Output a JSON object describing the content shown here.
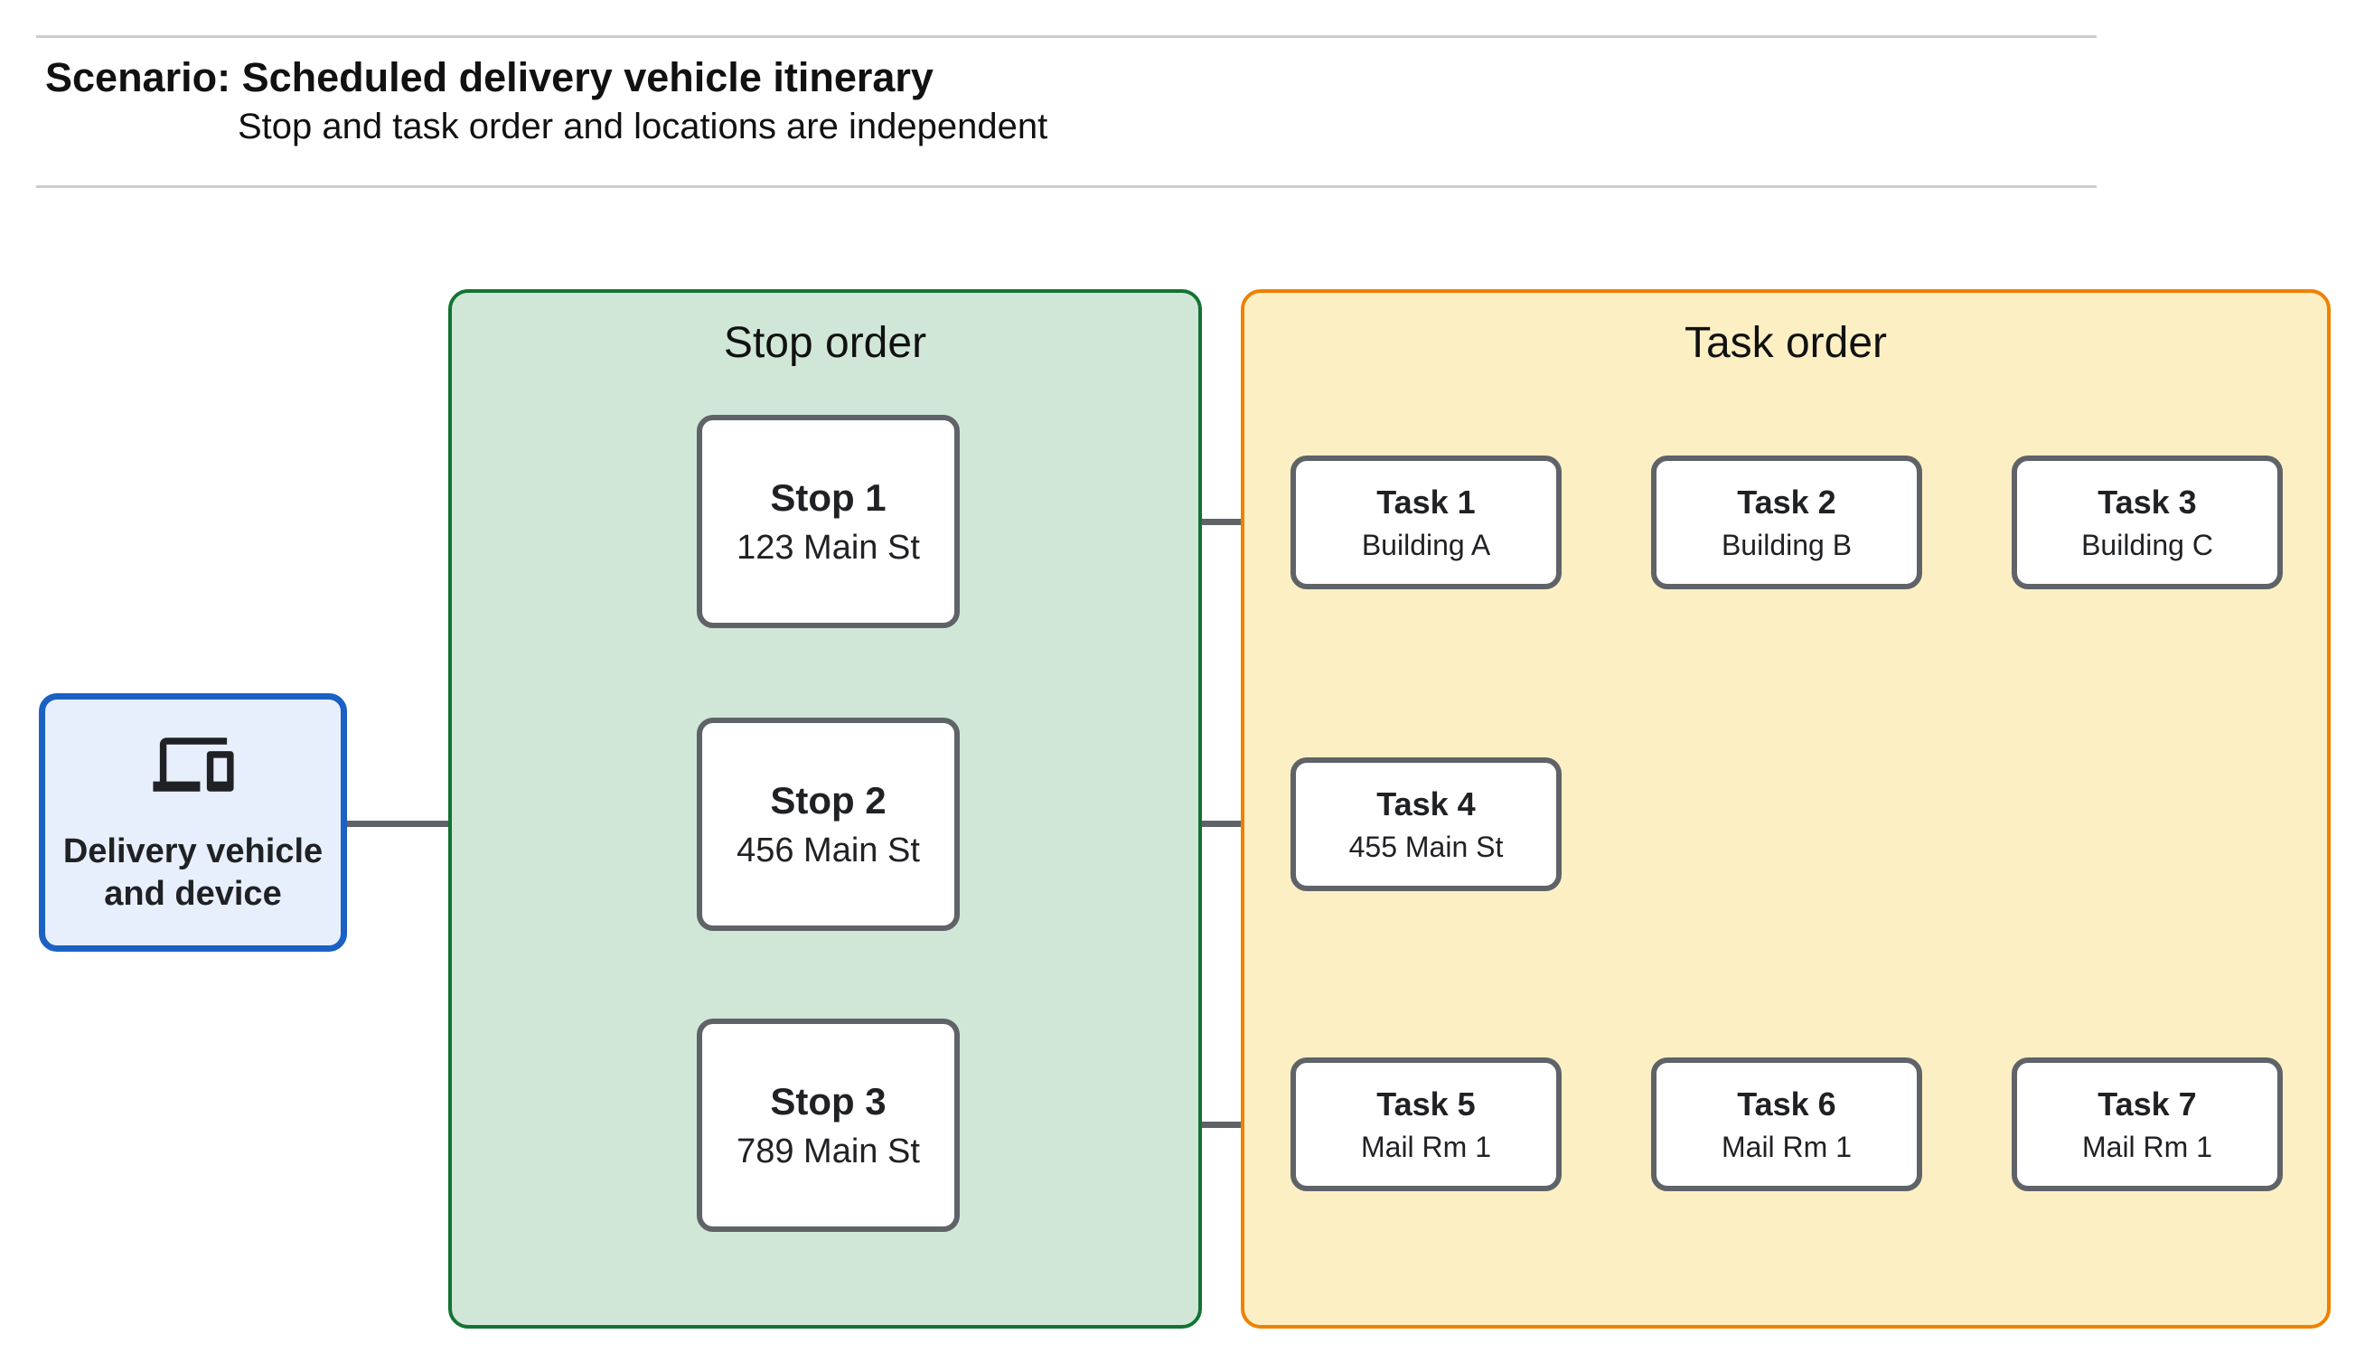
{
  "header": {
    "title": "Scenario: Scheduled delivery vehicle itinerary",
    "subtitle": "Stop and task order and locations are independent"
  },
  "vehicle": {
    "label": "Delivery vehicle and device",
    "icon": "devices-icon"
  },
  "stop_panel": {
    "title": "Stop order"
  },
  "task_panel": {
    "title": "Task order"
  },
  "stops": [
    {
      "title": "Stop 1",
      "subtitle": "123 Main St"
    },
    {
      "title": "Stop 2",
      "subtitle": "456 Main St"
    },
    {
      "title": "Stop 3",
      "subtitle": "789 Main St"
    }
  ],
  "tasks": [
    {
      "title": "Task 1",
      "subtitle": "Building A"
    },
    {
      "title": "Task 2",
      "subtitle": "Building B"
    },
    {
      "title": "Task 3",
      "subtitle": "Building C"
    },
    {
      "title": "Task 4",
      "subtitle": "455 Main St"
    },
    {
      "title": "Task 5",
      "subtitle": "Mail Rm 1"
    },
    {
      "title": "Task 6",
      "subtitle": "Mail Rm 1"
    },
    {
      "title": "Task 7",
      "subtitle": "Mail Rm 1"
    }
  ],
  "colors": {
    "stop_panel_fill": "#d0e7d8",
    "stop_panel_border": "#137333",
    "task_panel_fill": "#fcefc4",
    "task_panel_border": "#ee8100",
    "vehicle_fill": "#e8effc",
    "vehicle_border": "#1b61c4",
    "node_border": "#5f6368",
    "connector": "#5f6368",
    "text": "#202124",
    "divider": "#cdcdcd"
  }
}
